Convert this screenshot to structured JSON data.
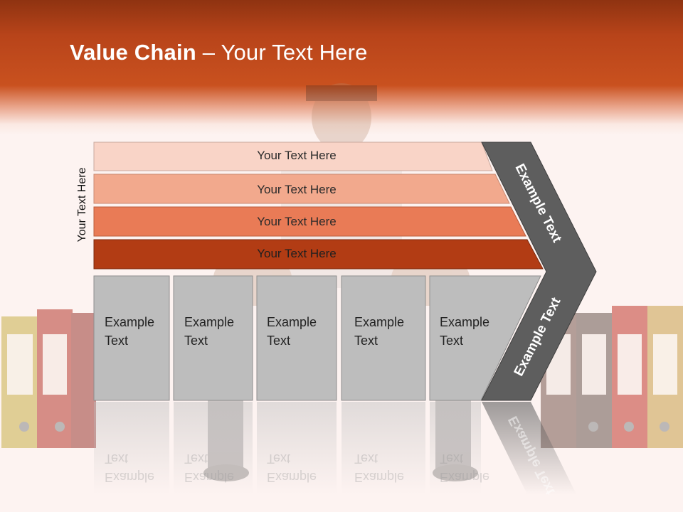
{
  "slide": {
    "title_bold": "Value Chain",
    "title_rest": " – Your Text Here",
    "side_label": "Your Text Here",
    "rows": [
      {
        "label": "Your Text Here",
        "color": "#f9d4c7"
      },
      {
        "label": "Your Text Here",
        "color": "#f2a98d"
      },
      {
        "label": "Your Text Here",
        "color": "#e97b56"
      },
      {
        "label": "Your Text Here",
        "color": "#b23c14"
      }
    ],
    "boxes": [
      {
        "line1": "Example",
        "line2": "Text"
      },
      {
        "line1": "Example",
        "line2": "Text"
      },
      {
        "line1": "Example",
        "line2": "Text"
      },
      {
        "line1": "Example",
        "line2": "Text"
      },
      {
        "line1": "Example",
        "line2": "Text"
      }
    ],
    "arrow_top_label": "Example Text",
    "arrow_bottom_label": "Example Text",
    "colors": {
      "header": "#c24a1c",
      "box_fill": "#bdbdbd",
      "arrow_fill": "#5e5e5e"
    }
  }
}
